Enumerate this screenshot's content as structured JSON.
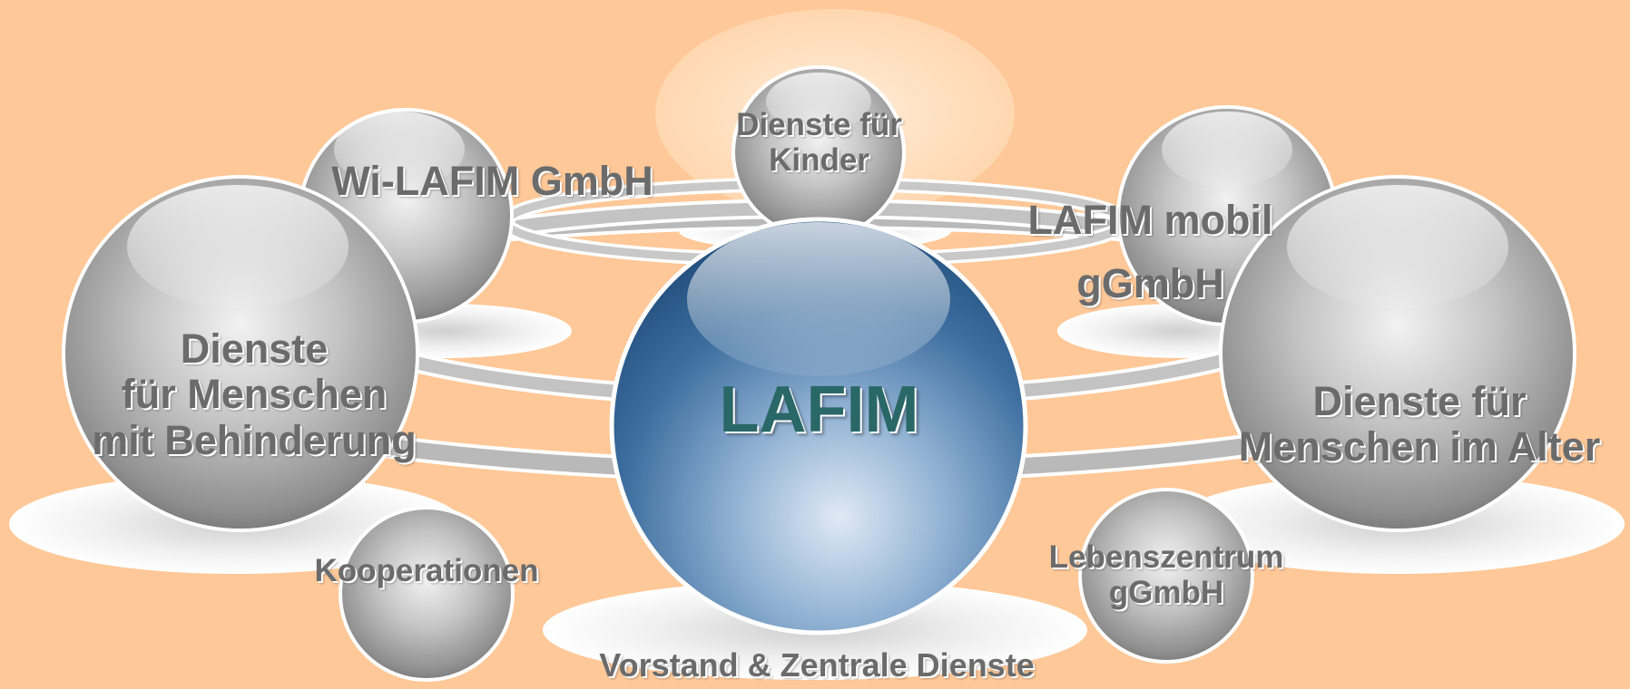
{
  "diagram": {
    "center": "LAFIM",
    "nodes": {
      "kinder": [
        "Dienste für",
        "Kinder"
      ],
      "wi_lafim": [
        "Wi-LAFIM GmbH"
      ],
      "mobil": [
        "LAFIM mobil",
        "gGmbH"
      ],
      "behinderung": [
        "Dienste",
        "für Menschen",
        "mit Behinderung"
      ],
      "alter": [
        "Dienste für",
        "Menschen im Alter"
      ],
      "kooperationen": [
        "Kooperationen"
      ],
      "lebenszentrum": [
        "Lebenszentrum",
        "gGmbH"
      ],
      "vorstand": [
        "Vorstand & Zentrale Dienste"
      ]
    }
  },
  "colors": {
    "background": "#ffc898",
    "center_sphere": "#2f6496",
    "center_text": "#2a6767",
    "node_sphere": "#9a9a9a",
    "node_text": "#6b6b6b"
  }
}
